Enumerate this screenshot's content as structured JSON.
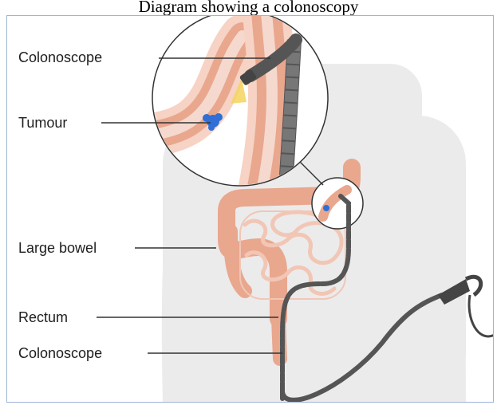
{
  "caption": "Diagram showing a colonoscopy",
  "labels": {
    "colonoscope_top": "Colonoscope",
    "tumour": "Tumour",
    "large_bowel": "Large bowel",
    "rectum": "Rectum",
    "colonoscope_bottom": "Colonoscope"
  },
  "colors": {
    "body_silhouette": "#ebebeb",
    "bowel": "#e9a78e",
    "bowel_inner": "#f5d9cf",
    "scope": "#555555",
    "tumour": "#2f6fd6",
    "light": "#f4d35e",
    "frame_border": "#9fb4d6"
  }
}
